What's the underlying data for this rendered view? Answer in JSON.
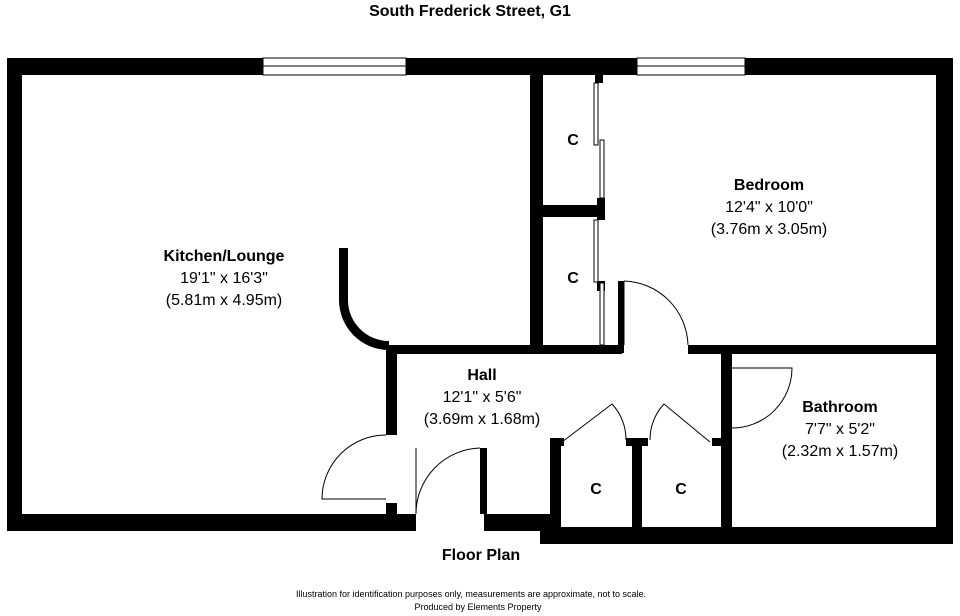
{
  "title": "South Frederick Street, G1",
  "rooms": {
    "kitchen": {
      "name": "Kitchen/Lounge",
      "imperial": "19'1\" x 16'3\"",
      "metric": "(5.81m x 4.95m)"
    },
    "bedroom": {
      "name": "Bedroom",
      "imperial": "12'4\" x 10'0\"",
      "metric": "(3.76m x 3.05m)"
    },
    "hall": {
      "name": "Hall",
      "imperial": "12'1\" x 5'6\"",
      "metric": "(3.69m x 1.68m)"
    },
    "bathroom": {
      "name": "Bathroom",
      "imperial": "7'7\" x 5'2\"",
      "metric": "(2.32m x 1.57m)"
    }
  },
  "closets": {
    "label": "C"
  },
  "footer": {
    "caption": "Floor Plan",
    "disclaimer": "Illustration for identification purposes only, measurements are approximate, not to scale.",
    "produced_by": "Produced by Elements Property"
  }
}
